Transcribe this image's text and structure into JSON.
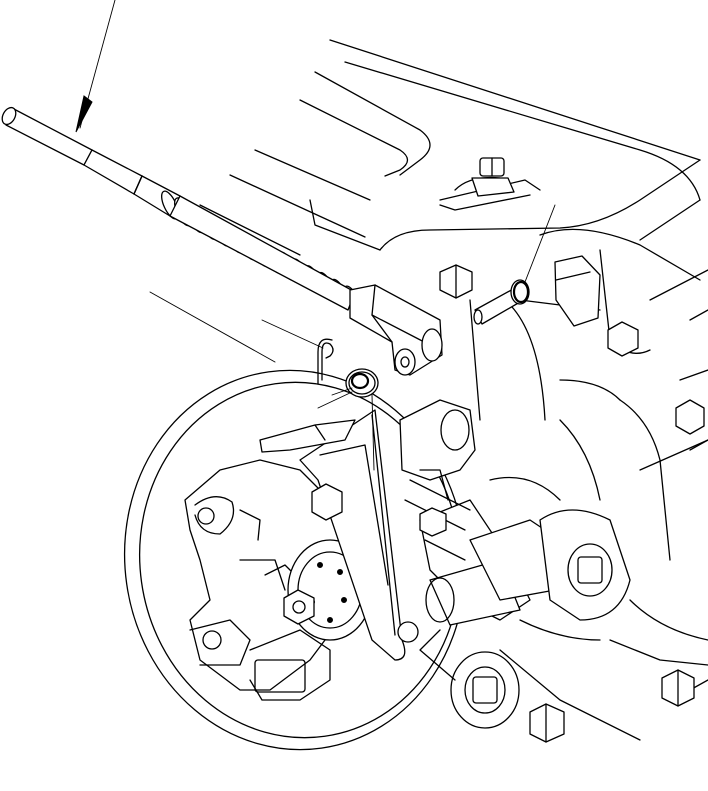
{
  "figure": {
    "kind": "exploded parts illustration",
    "colors": {
      "line": "#000000",
      "background": "#ffffff"
    },
    "callouts": [
      {
        "id": "parking-brake-cable",
        "type": "arrow"
      },
      {
        "id": "cotter-pin",
        "type": "leader"
      },
      {
        "id": "washer",
        "type": "leader"
      },
      {
        "id": "clevis-pin",
        "type": "leader"
      },
      {
        "id": "brake-lever",
        "type": "leader"
      }
    ]
  }
}
